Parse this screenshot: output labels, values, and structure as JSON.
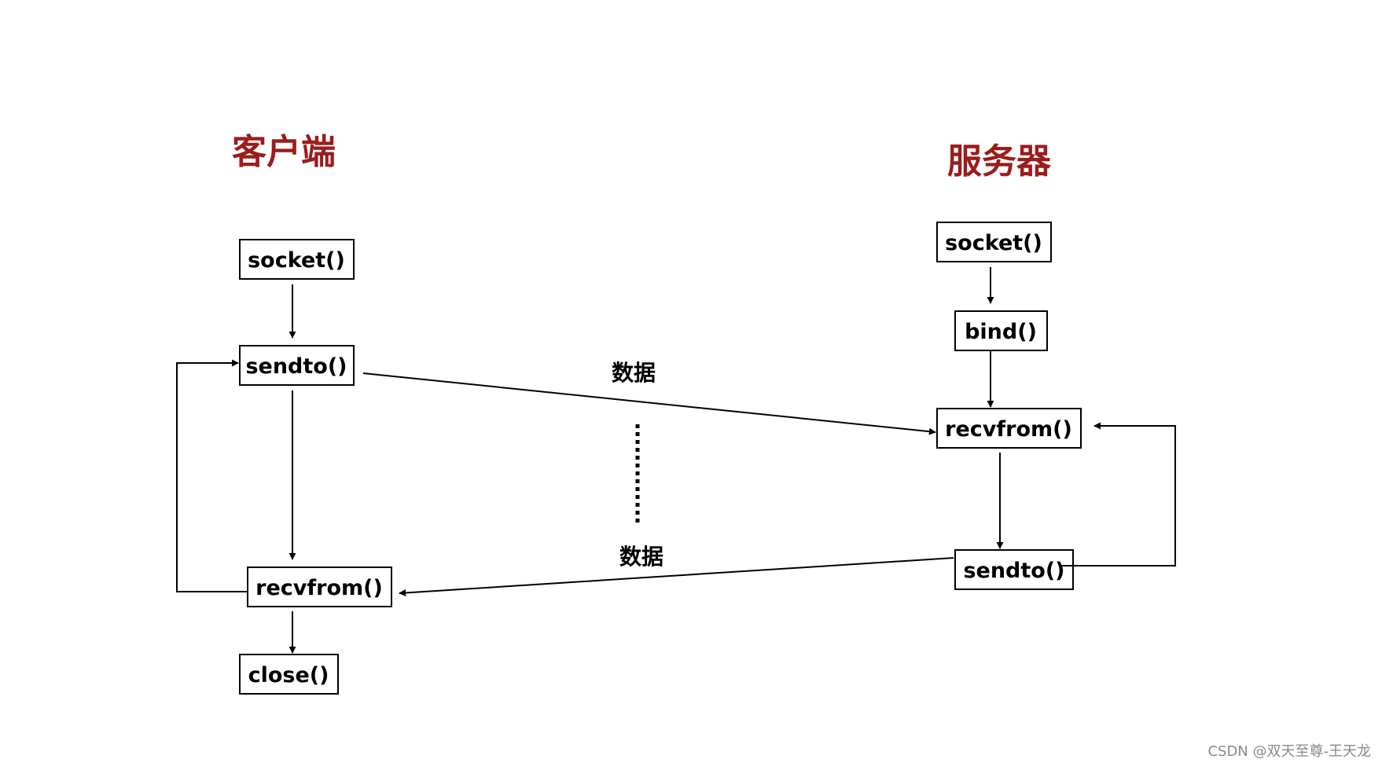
{
  "titles": {
    "client": "客户端",
    "server": "服务器"
  },
  "client": {
    "socket": "socket()",
    "sendto": "sendto()",
    "recvfrom": "recvfrom()",
    "close": "close()"
  },
  "server": {
    "socket": "socket()",
    "bind": "bind()",
    "recvfrom": "recvfrom()",
    "sendto": "sendto()"
  },
  "labels": {
    "data_to_server": "数据",
    "data_to_client": "数据"
  },
  "watermark": "CSDN @双天至尊-王天龙",
  "colors": {
    "title": "#9b1c1c",
    "line": "#000000",
    "watermark": "#8a8a8a"
  }
}
